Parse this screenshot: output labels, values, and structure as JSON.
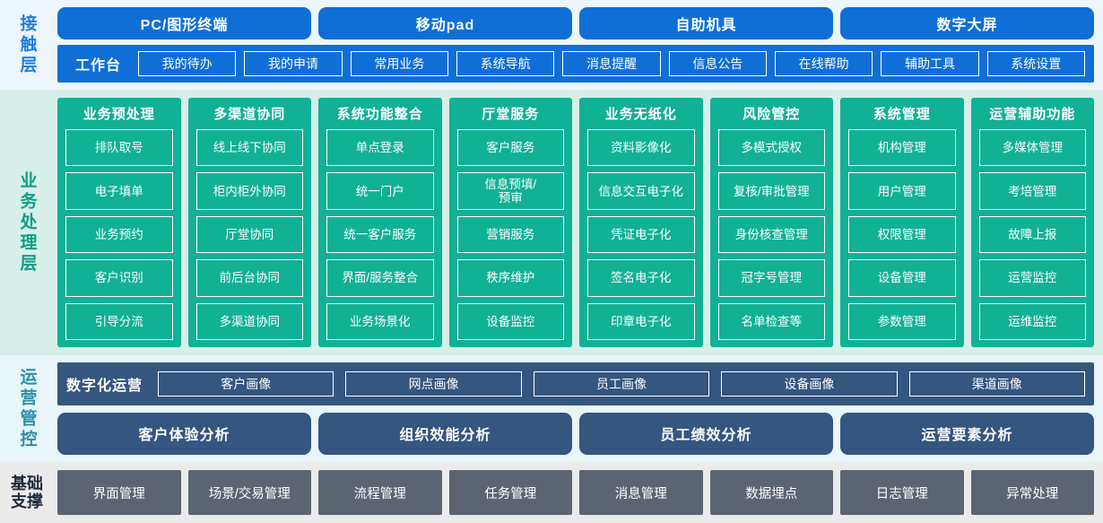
{
  "layers": {
    "contact": {
      "label": "接触层",
      "channels": [
        "PC/图形终端",
        "移动pad",
        "自助机具",
        "数字大屏"
      ],
      "workbench_title": "工作台",
      "workbench_items": [
        "我的待办",
        "我的申请",
        "常用业务",
        "系统导航",
        "消息提醒",
        "信息公告",
        "在线帮助",
        "辅助工具",
        "系统设置"
      ]
    },
    "business": {
      "label": "业务处理层",
      "columns": [
        {
          "title": "业务预处理",
          "items": [
            "排队取号",
            "电子填单",
            "业务预约",
            "客户识别",
            "引导分流"
          ]
        },
        {
          "title": "多渠道协同",
          "items": [
            "线上线下协同",
            "柜内柜外协同",
            "厅堂协同",
            "前后台协同",
            "多渠道协同"
          ]
        },
        {
          "title": "系统功能整合",
          "items": [
            "单点登录",
            "统一门户",
            "统一客户服务",
            "界面/服务整合",
            "业务场景化"
          ]
        },
        {
          "title": "厅堂服务",
          "items": [
            "客户服务",
            "信息预填/\n预审",
            "营销服务",
            "秩序维护",
            "设备监控"
          ]
        },
        {
          "title": "业务无纸化",
          "items": [
            "资料影像化",
            "信息交互电子化",
            "凭证电子化",
            "签名电子化",
            "印章电子化"
          ]
        },
        {
          "title": "风险管控",
          "items": [
            "多模式授权",
            "复核/审批管理",
            "身份核查管理",
            "冠字号管理",
            "名单检查等"
          ]
        },
        {
          "title": "系统管理",
          "items": [
            "机构管理",
            "用户管理",
            "权限管理",
            "设备管理",
            "参数管理"
          ]
        },
        {
          "title": "运营辅助功能",
          "items": [
            "多媒体管理",
            "考培管理",
            "故障上报",
            "运营监控",
            "运维监控"
          ]
        }
      ]
    },
    "operation": {
      "label": "运营管控",
      "digital_title": "数字化运营",
      "portraits": [
        "客户画像",
        "网点画像",
        "员工画像",
        "设备画像",
        "渠道画像"
      ],
      "analyses": [
        "客户体验分析",
        "组织效能分析",
        "员工绩效分析",
        "运营要素分析"
      ]
    },
    "foundation": {
      "label_line1": "基础",
      "label_line2": "支撑",
      "items": [
        "界面管理",
        "场景/交易管理",
        "流程管理",
        "任务管理",
        "消息管理",
        "数据埋点",
        "日志管理",
        "异常处理"
      ]
    }
  },
  "colors": {
    "contact_bg": "#eef6fd",
    "contact_blue": "#0f6fd6",
    "business_bg": "#d7efe9",
    "business_green": "#11b195",
    "operation_bg": "#e8f6fa",
    "operation_steel": "#34567f",
    "foundation_bg": "#ebebeb",
    "foundation_gray": "#5c6472"
  }
}
